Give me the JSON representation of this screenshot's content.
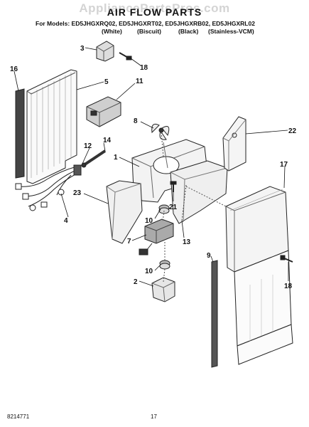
{
  "watermark": "AppliancePartsPros.com",
  "title": "AIR FLOW PARTS",
  "models_line": "For Models: ED5JHGXRQ02, ED5JHGXRT02, ED5JHGXRB02, ED5JHGXRL02",
  "finishes": [
    "(White)",
    "(Biscuit)",
    "(Black)",
    "(Stainless-VCM)"
  ],
  "callouts": {
    "c1": "1",
    "c2": "2",
    "c3": "3",
    "c4": "4",
    "c5": "5",
    "c7": "7",
    "c8": "8",
    "c9": "9",
    "c10a": "10",
    "c10b": "10",
    "c11": "11",
    "c12": "12",
    "c13": "13",
    "c14": "14",
    "c16": "16",
    "c17": "17",
    "c18a": "18",
    "c18b": "18",
    "c21": "21",
    "c22": "22",
    "c23": "23"
  },
  "footer": {
    "doc_number": "8214771",
    "page_number": "17"
  }
}
